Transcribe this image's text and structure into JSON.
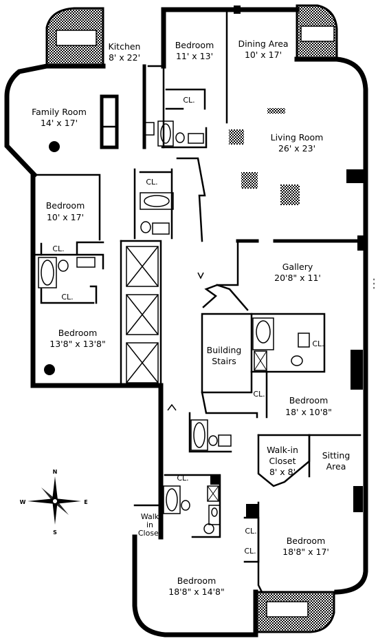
{
  "rooms": {
    "kitchen": {
      "name": "Kitchen",
      "size": "8' x 22'"
    },
    "bedroom_top": {
      "name": "Bedroom",
      "size": "11' x 13'"
    },
    "dining": {
      "name": "Dining Area",
      "size": "10' x 17'"
    },
    "family": {
      "name": "Family Room",
      "size": "14' x 17'"
    },
    "living": {
      "name": "Living Room",
      "size": "26' x 23'"
    },
    "bedroom_left": {
      "name": "Bedroom",
      "size": "10' x 17'"
    },
    "gallery": {
      "name": "Gallery",
      "size": "20'8\" x 11'"
    },
    "bedroom_lower_left": {
      "name": "Bedroom",
      "size": "13'8\" x 13'8\""
    },
    "stairs": {
      "line1": "Building",
      "line2": "Stairs"
    },
    "bedroom_mid_right": {
      "name": "Bedroom",
      "size": "18' x 10'8\""
    },
    "walkin_right": {
      "line1": "Walk-in",
      "line2": "Closet",
      "size": "8' x 8'"
    },
    "sitting": {
      "line1": "Sitting",
      "line2": "Area"
    },
    "walkin_left": {
      "line1": "Walk",
      "line2": "in",
      "line3": "Closet"
    },
    "bedroom_bottom_right": {
      "name": "Bedroom",
      "size": "18'8\" x 17'"
    },
    "bedroom_bottom": {
      "name": "Bedroom",
      "size": "18'8\" x 14'8\""
    }
  },
  "closet_label": "CL.",
  "compass": {
    "n": "N",
    "s": "S",
    "e": "E",
    "w": "W"
  }
}
